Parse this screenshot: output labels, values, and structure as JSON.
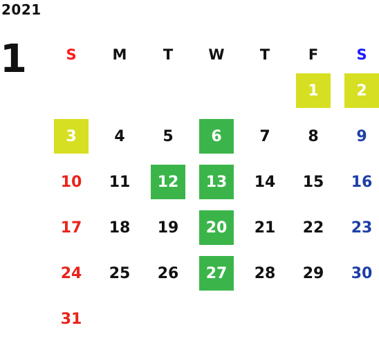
{
  "year": "2021",
  "month": "1",
  "colors": {
    "sunday": "#e8241c",
    "saturday": "#1f3fa6",
    "weekday": "#111111",
    "holiday_highlight": "#d6df22",
    "closed_highlight": "#3bb54a"
  },
  "weekdays": [
    {
      "label": "S",
      "color": "#ff1a1a"
    },
    {
      "label": "M",
      "color": "#111111"
    },
    {
      "label": "T",
      "color": "#111111"
    },
    {
      "label": "W",
      "color": "#111111"
    },
    {
      "label": "T",
      "color": "#111111"
    },
    {
      "label": "F",
      "color": "#111111"
    },
    {
      "label": "S",
      "color": "#1a1aff"
    }
  ],
  "leading_blanks": 5,
  "days": [
    {
      "d": "1",
      "hl": "yellow"
    },
    {
      "d": "2",
      "hl": "yellow"
    },
    {
      "d": "3",
      "hl": "yellow"
    },
    {
      "d": "4"
    },
    {
      "d": "5"
    },
    {
      "d": "6",
      "hl": "green"
    },
    {
      "d": "7"
    },
    {
      "d": "8"
    },
    {
      "d": "9"
    },
    {
      "d": "10"
    },
    {
      "d": "11"
    },
    {
      "d": "12",
      "hl": "green"
    },
    {
      "d": "13",
      "hl": "green"
    },
    {
      "d": "14"
    },
    {
      "d": "15"
    },
    {
      "d": "16"
    },
    {
      "d": "17"
    },
    {
      "d": "18"
    },
    {
      "d": "19"
    },
    {
      "d": "20",
      "hl": "green"
    },
    {
      "d": "21"
    },
    {
      "d": "22"
    },
    {
      "d": "23"
    },
    {
      "d": "24"
    },
    {
      "d": "25"
    },
    {
      "d": "26"
    },
    {
      "d": "27",
      "hl": "green"
    },
    {
      "d": "28"
    },
    {
      "d": "29"
    },
    {
      "d": "30"
    },
    {
      "d": "31"
    }
  ]
}
